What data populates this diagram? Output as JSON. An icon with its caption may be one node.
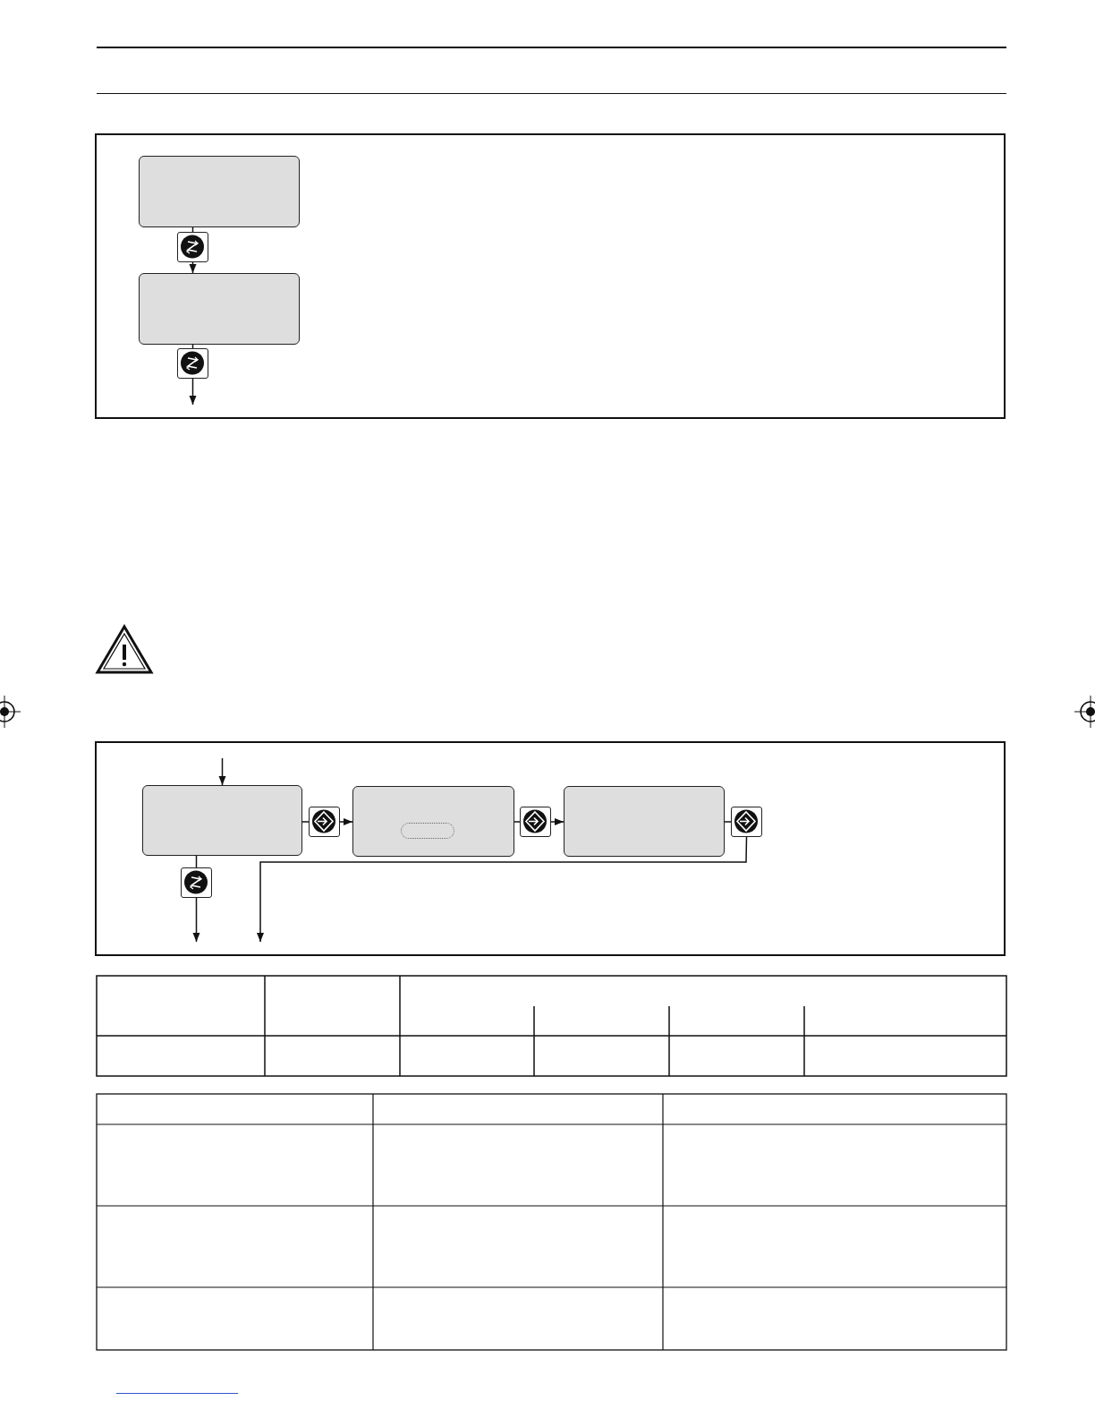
{
  "diagram": {
    "nodes": [
      {
        "text": [],
        "shape": "box"
      },
      {
        "text": [],
        "shape": "button"
      },
      {
        "text": [],
        "shape": "box"
      },
      {
        "text": [],
        "shape": "button"
      },
      {
        "text": [],
        "shape": "box"
      },
      {
        "text": [],
        "shape": "button"
      },
      {
        "text": [],
        "shape": "box"
      },
      {
        "text": [],
        "shape": "button"
      },
      {
        "text": [],
        "shape": "box"
      },
      {
        "text": [],
        "shape": "button"
      },
      {
        "text": [],
        "shape": "button"
      },
      {
        "text": [],
        "shape": "oval",
        "in": 6
      }
    ],
    "edges": [
      {
        "from": 0,
        "to": 1,
        "arrow": "none"
      },
      {
        "from": 1,
        "to": 2,
        "arrow": "to"
      },
      {
        "from": 2,
        "to": 3,
        "arrow": "none"
      },
      {
        "from": 3,
        "to": null,
        "arrow": "to"
      },
      {
        "from": null,
        "to": 4,
        "arrow": "to"
      },
      {
        "from": 4,
        "to": 5,
        "arrow": "none"
      },
      {
        "from": 5,
        "to": 6,
        "arrow": "to"
      },
      {
        "from": 6,
        "to": 7,
        "arrow": "none"
      },
      {
        "from": 7,
        "to": 8,
        "arrow": "to"
      },
      {
        "from": 8,
        "to": 9,
        "arrow": "none"
      },
      {
        "from": 9,
        "to": null,
        "arrow": "to"
      },
      {
        "from": 4,
        "to": 10,
        "arrow": "none"
      },
      {
        "from": 10,
        "to": null,
        "arrow": "to"
      }
    ]
  }
}
